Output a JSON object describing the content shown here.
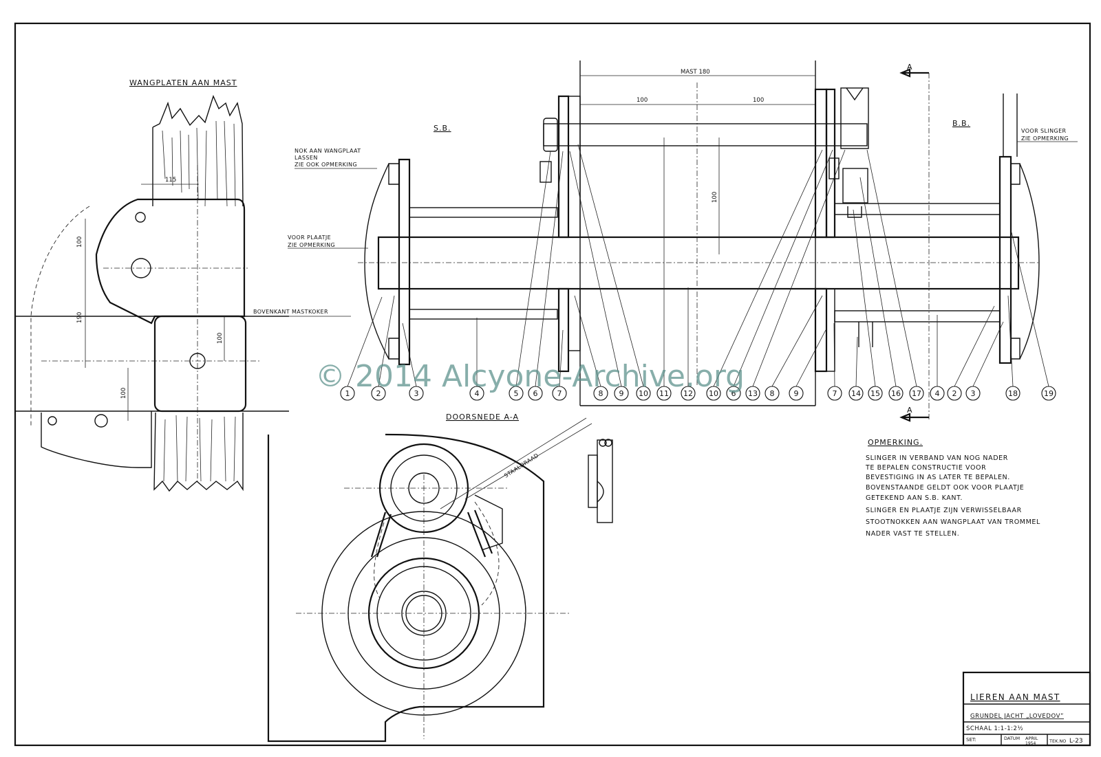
{
  "views": {
    "cheek_plates": {
      "title": "WANGPLATEN AAN MAST",
      "dims": [
        "115",
        "100",
        "190",
        "100",
        "100"
      ],
      "label_mast_casing": "BOVENKANT MASTKOKER"
    },
    "main": {
      "label_sb": "S.B.",
      "label_bb": "B.B.",
      "dim_mast": "MAST 180",
      "dim_left": "100",
      "dim_right": "100",
      "dim_vertical": "100",
      "section_mark": "A",
      "note_cam_lines": [
        "NOK AAN WANGPLAAT",
        "LASSEN",
        "ZIE OOK OPMERKING"
      ],
      "note_plate_lines": [
        "VOOR PLAATJE",
        "ZIE OPMERKING"
      ],
      "note_crank_lines": [
        "VOOR SLINGER",
        "ZIE OPMERKING"
      ],
      "balloons": [
        "1",
        "2",
        "3",
        "4",
        "5",
        "6",
        "7",
        "8",
        "9",
        "10",
        "11",
        "12",
        "10",
        "6",
        "13",
        "8",
        "9",
        "7",
        "14",
        "15",
        "16",
        "17",
        "4",
        "2",
        "3",
        "18",
        "19"
      ]
    },
    "section": {
      "title": "DOORSNEDE A-A",
      "label_wire": "STAALDRAAD"
    }
  },
  "remarks": {
    "title": "OPMERKING.",
    "lines": [
      "SLINGER IN VERBAND VAN NOG NADER",
      "TE BEPALEN CONSTRUCTIE VOOR",
      "BEVESTIGING IN AS LATER TE BEPALEN.",
      "BOVENSTAANDE GELDT OOK VOOR PLAATJE",
      "GETEKEND AAN S.B. KANT.",
      "SLINGER EN PLAATJE ZIJN VERWISSELBAAR",
      "STOOTNOKKEN AAN WANGPLAAT VAN TROMMEL",
      "NADER VAST TE STELLEN."
    ]
  },
  "title_block": {
    "title": "LIEREN AAN MAST",
    "subtitle": "GRUNDEL JACHT „LOVEDOV”",
    "scale": "SCHAAL 1:1-1:2½",
    "set_label": "SET:",
    "date_label": "DATUM",
    "date_value": "APRIL",
    "year": "1954",
    "drawing_no_label": "TEK.NO",
    "drawing_no": "L-23"
  },
  "watermark": "© 2014 Alcyone-Archive.org"
}
